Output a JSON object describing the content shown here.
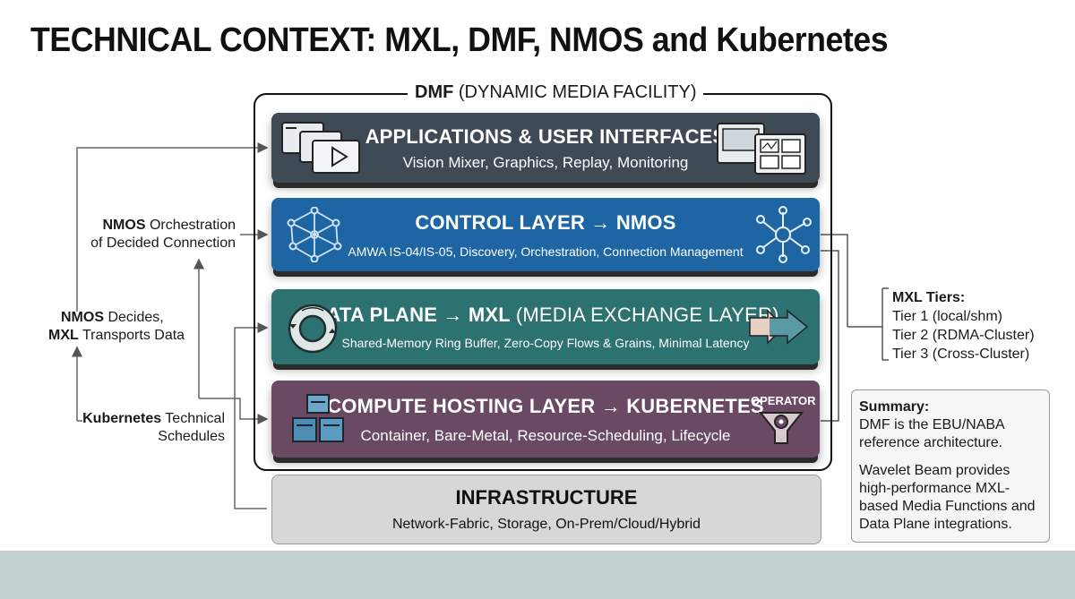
{
  "title": "TECHNICAL CONTEXT: MXL, DMF, NMOS and Kubernetes",
  "dmf": {
    "abbr": "DMF",
    "full": "(DYNAMIC MEDIA FACILITY)"
  },
  "layers": [
    {
      "title": "APPLICATIONS & USER INTERFACES",
      "subtitle": "Vision Mixer, Graphics, Replay, Monitoring",
      "color": "#3f4a54"
    },
    {
      "title": "CONTROL LAYER → NMOS",
      "subtitle": "AMWA IS-04/IS-05, Discovery, Orchestration, Connection Management",
      "color": "#1e66a3"
    },
    {
      "title_bold": "DATA PLANE → MXL",
      "title_rest": "(MEDIA EXCHANGE LAYER)",
      "subtitle": "Shared-Memory Ring Buffer, Zero-Copy Flows & Grains, Minimal Latency",
      "color": "#2c7271"
    },
    {
      "title": "COMPUTE HOSTING LAYER → KUBERNETES",
      "subtitle": "Container, Bare-Metal, Resource-Scheduling, Lifecycle",
      "badge": "OPERATOR",
      "color": "#6a4a62"
    }
  ],
  "infrastructure": {
    "title": "INFRASTRUCTURE",
    "subtitle": "Network-Fabric, Storage, On-Prem/Cloud/Hybrid"
  },
  "left_annotations": {
    "nmos_orch": {
      "bold": "NMOS",
      "line1": "Orchestration",
      "line2": "of Decided Connection"
    },
    "nmos_decides": {
      "bold1": "NMOS",
      "line1": "Decides,",
      "bold2": "MXL",
      "line2": "Transports Data"
    },
    "k8s": {
      "bold": "Kubernetes",
      "line1": "Technical",
      "line2": "Schedules"
    }
  },
  "mxl_tiers": {
    "heading": "MXL Tiers:",
    "items": [
      "Tier 1 (local/shm)",
      "Tier 2 (RDMA-Cluster)",
      "Tier 3 (Cross-Cluster)"
    ]
  },
  "summary": {
    "heading": "Summary:",
    "p1": "DMF is the EBU/NABA reference architecture.",
    "p2": "Wavelet Beam provides high-performance MXL-based Media Functions and Data Plane integrations."
  }
}
